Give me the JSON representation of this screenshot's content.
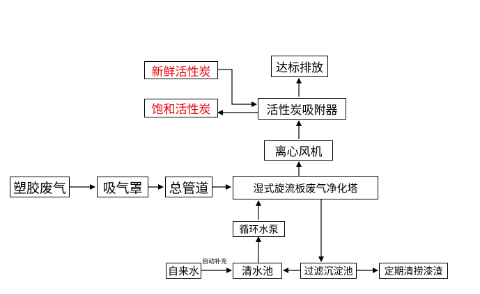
{
  "diagram": {
    "nodes": {
      "plastic_waste_gas": "塑胶废气",
      "suction_hood": "吸气罩",
      "main_duct": "总管道",
      "wet_tower": "湿式旋流板废气净化塔",
      "centrifugal_fan": "离心风机",
      "carbon_adsorber": "活性炭吸附器",
      "discharge": "达标排放",
      "fresh_carbon": "新鲜活性炭",
      "saturated_carbon": "饱和活性炭",
      "circulation_pump": "循环水泵",
      "clear_water_pool": "清水池",
      "tap_water": "自来水",
      "filter_settling_tank": "过滤沉淀池",
      "sludge_cleaning": "定期清捞漆渣"
    },
    "edge_labels": {
      "auto_refill": "自动补充"
    }
  },
  "colors": {
    "highlight_text": "#e8000b",
    "line": "#000000"
  }
}
